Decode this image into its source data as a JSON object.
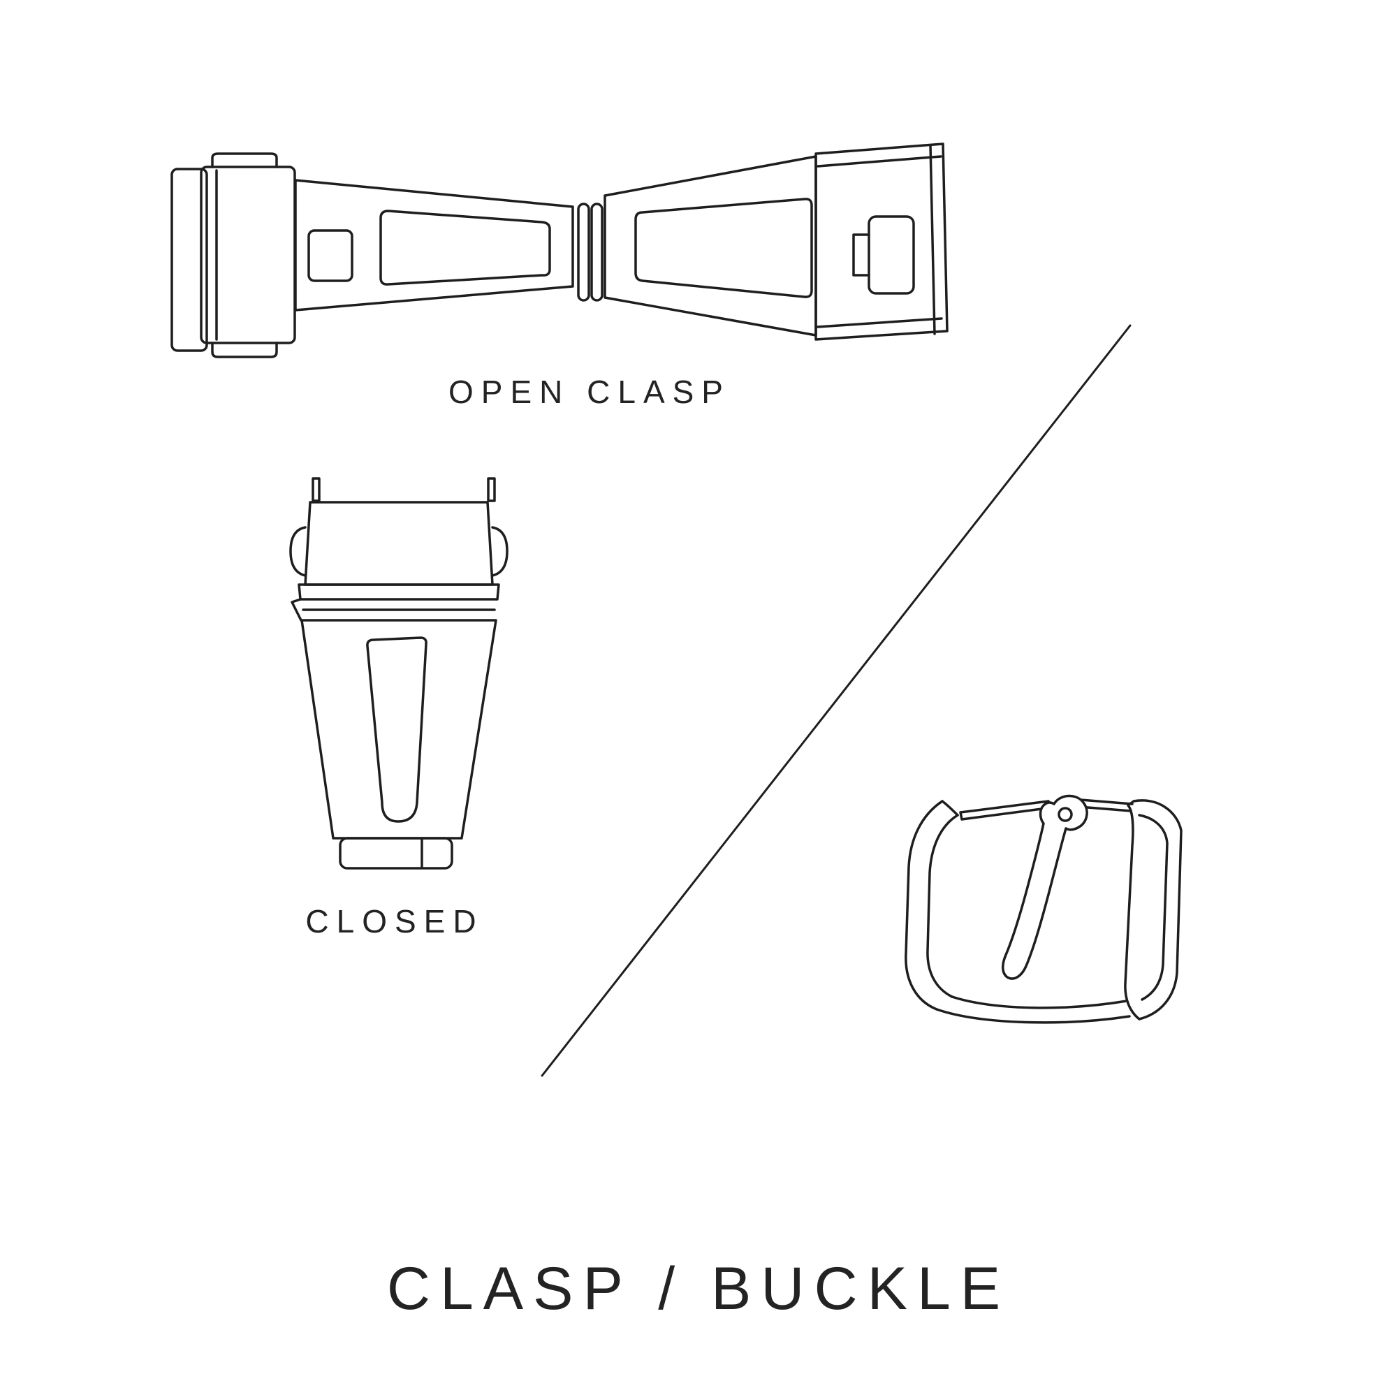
{
  "canvas": {
    "background": "#ffffff",
    "line_color": "#1e1e1e",
    "text_color": "#232323"
  },
  "labels": {
    "open_clasp": "OPEN CLASP",
    "closed": "CLOSED"
  },
  "title": {
    "text": "CLASP / BUCKLE"
  },
  "icons": {
    "open_clasp": "open-clasp-illustration",
    "closed_clasp": "closed-clasp-illustration",
    "buckle": "buckle-illustration",
    "divider": "diagonal-divider-line"
  }
}
